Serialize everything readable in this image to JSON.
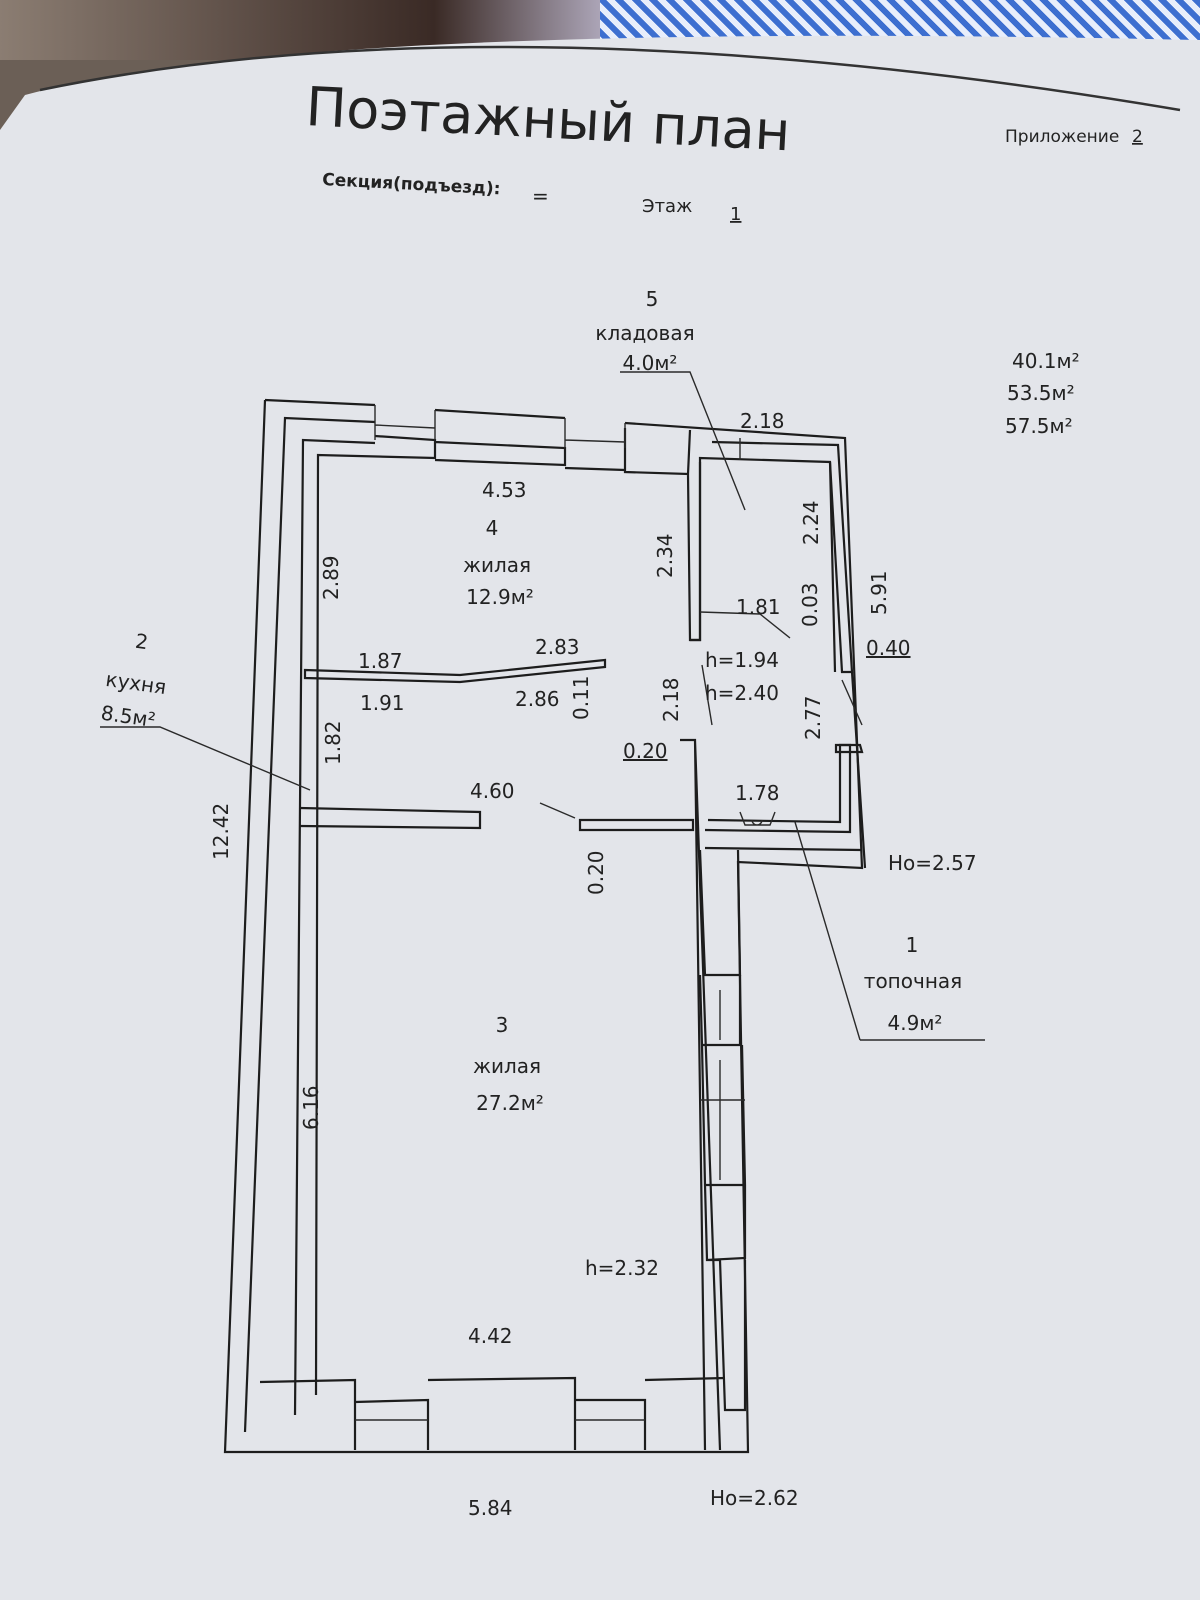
{
  "header": {
    "title": "Поэтажный план",
    "appendix_label": "Приложение",
    "appendix_number": "2",
    "section_label": "Секция(подъезд):",
    "section_value": "=",
    "floor_label": "Этаж",
    "floor_value": "1"
  },
  "totals": [
    "40.1м²",
    "53.5м²",
    "57.5м²"
  ],
  "rooms": [
    {
      "number": "1",
      "name": "топочная",
      "area": "4.9м²"
    },
    {
      "number": "2",
      "name": "кухня",
      "area": "8.5м²"
    },
    {
      "number": "3",
      "name": "жилая",
      "area": "27.2м²"
    },
    {
      "number": "4",
      "name": "жилая",
      "area": "12.9м²"
    },
    {
      "number": "5",
      "name": "кладовая",
      "area": "4.0м²"
    }
  ],
  "dimensions": {
    "d_2_18_top": "2.18",
    "d_4_53": "4.53",
    "d_2_89": "2.89",
    "d_2_34": "2.34",
    "d_2_24": "2.24",
    "d_5_91": "5.91",
    "d_1_81": "1.81",
    "d_0_03": "0.03",
    "d_0_40": "0.40",
    "d_1_87": "1.87",
    "d_2_83": "2.83",
    "d_1_91": "1.91",
    "d_2_86": "2.86",
    "d_0_11": "0.11",
    "d_2_18_mid": "2.18",
    "d_2_77": "2.77",
    "d_1_82": "1.82",
    "d_0_20_a": "0.20",
    "d_4_60": "4.60",
    "d_1_78": "1.78",
    "d_0_20_b": "0.20",
    "d_12_42": "12.42",
    "d_6_16": "6.16",
    "d_4_42": "4.42",
    "d_5_84": "5.84"
  },
  "heights": {
    "h_1_94": "h=1.94",
    "h_2_40": "h=2.40",
    "h_2_32": "h=2.32",
    "ho_2_57": "Ho=2.57",
    "ho_2_62": "Ho=2.62"
  }
}
